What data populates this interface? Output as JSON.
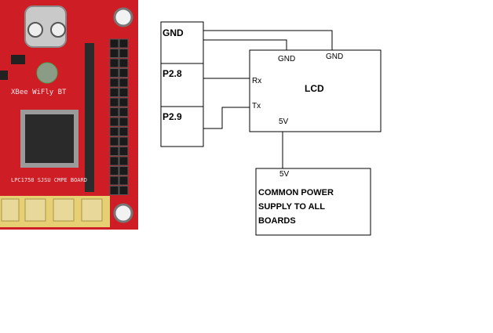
{
  "board": {
    "silkscreen_top": "XBee WiFly BT",
    "silkscreen_bottom": "LPC1758 SJSU CMPE BOARD",
    "colors": {
      "pcb": "#d8202a",
      "pcb_dark": "#b4121c",
      "chip": "#2a2a2a",
      "header": "#1a1a1a",
      "button": "#e8d89a"
    }
  },
  "mcu_block": {
    "pins": [
      "GND",
      "P2.8",
      "P2.9"
    ]
  },
  "lcd_block": {
    "title": "LCD",
    "gnd_left": "GND",
    "gnd_right": "GND",
    "rx": "Rx",
    "tx": "Tx",
    "vcc": "5V"
  },
  "power_block": {
    "vcc": "5V",
    "lines": [
      "COMMON POWER",
      "SUPPLY TO ALL",
      "BOARDS"
    ]
  }
}
